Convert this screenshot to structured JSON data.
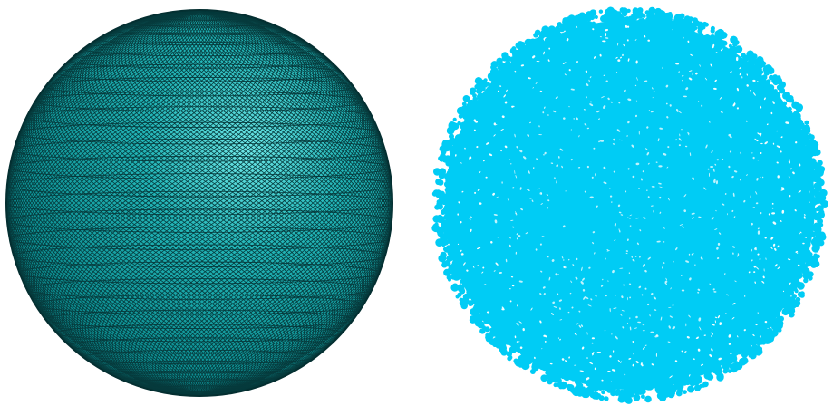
{
  "figure": {
    "panels": [
      {
        "id": "mesh-sphere",
        "kind": "triangulated-surface-mesh"
      },
      {
        "id": "particle-sphere",
        "kind": "particle-cloud"
      }
    ]
  },
  "colors": {
    "background": "#ffffff",
    "mesh_fill_dark": "#0a7c80",
    "mesh_fill_mid": "#22b5b7",
    "mesh_fill_light": "#6ee8e8",
    "mesh_edge": "#063a3c",
    "particle_fill": "#00ccf5"
  }
}
